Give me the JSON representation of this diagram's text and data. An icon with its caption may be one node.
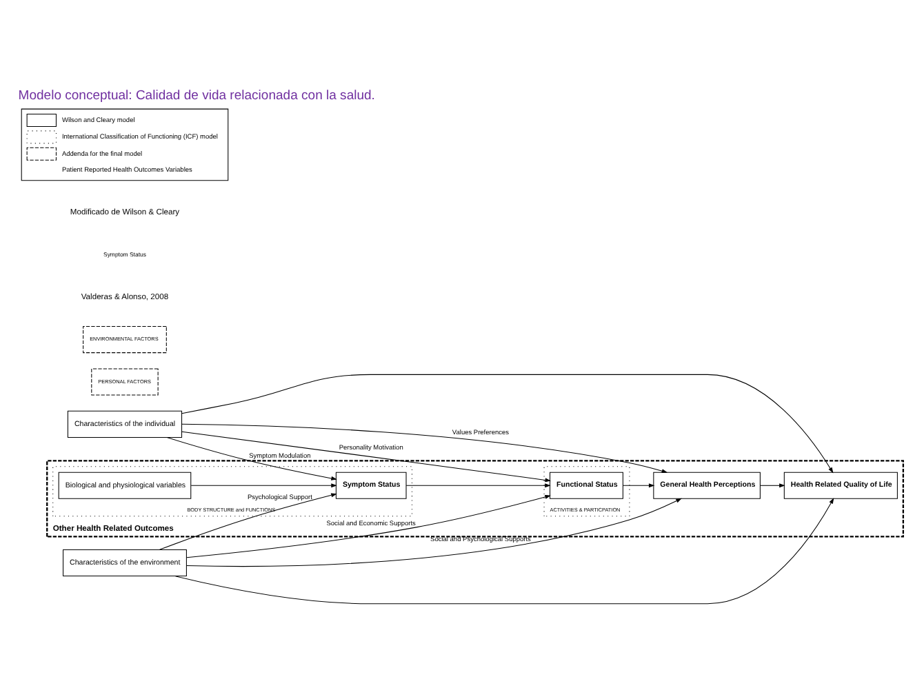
{
  "diagram": {
    "title": "Modelo conceptual: Calidad de vida relacionada con la salud.",
    "nodes": [
      {
        "text": [
          "Other Health Related Outcomes"
        ]
      },
      {
        "text": [
          "BODY STRUCTURE and FUNCTIONS"
        ],
        "in": 0
      },
      {
        "text": [
          "Biological and physiological variables"
        ],
        "in": 1
      },
      {
        "text": [
          "Symptom Status"
        ],
        "in": 1
      },
      {
        "text": [
          "ACTIVITIES & PARTICPATION"
        ],
        "in": 0
      },
      {
        "text": [
          "Functional Status"
        ],
        "in": 4
      },
      {
        "text": [
          "General Health Perceptions"
        ],
        "in": 0
      },
      {
        "text": [
          "Health Related Quality of Life"
        ],
        "in": 0
      },
      {
        "text": [
          "PERSONAL FACTORS"
        ]
      },
      {
        "text": [
          "Characteristics of the individual"
        ]
      },
      {
        "text": [
          "Characteristics of the environment"
        ]
      },
      {
        "text": [
          "ENVIRONMENTAL FACTORS"
        ]
      }
    ],
    "edges": [
      {
        "from": 2,
        "to": 3,
        "arrow": "to"
      },
      {
        "from": 3,
        "to": 5,
        "arrow": "to"
      },
      {
        "from": 5,
        "to": 6,
        "arrow": "to"
      },
      {
        "from": 6,
        "to": 7,
        "arrow": "to"
      },
      {
        "from": 9,
        "to": 3,
        "arrow": "to",
        "label": "Symptom Modulation"
      },
      {
        "from": 9,
        "to": 5,
        "arrow": "to",
        "label": "Personality Motivation"
      },
      {
        "from": 9,
        "to": 6,
        "arrow": "to",
        "label": "Values Preferences"
      },
      {
        "from": 9,
        "to": 7,
        "arrow": "to"
      },
      {
        "from": 10,
        "to": 3,
        "arrow": "to",
        "label": "Psychological Support"
      },
      {
        "from": 10,
        "to": 5,
        "arrow": "to",
        "label": "Social and Economic Supports"
      },
      {
        "from": 10,
        "to": 6,
        "arrow": "to",
        "label": "Social and Psychological Supports"
      },
      {
        "from": 10,
        "to": 7,
        "arrow": "to"
      }
    ],
    "labels": [
      "Valderas & Alonso, 2008",
      "Symptom Status",
      "Modificado de Wilson & Cleary"
    ],
    "legend": [
      {
        "text": "Wilson and Cleary model"
      },
      {
        "text": "International Classification of Functioning (ICF) model"
      },
      {
        "text": "Addenda for the final model"
      },
      {
        "text": "Patient Reported Health Outcomes Variables"
      }
    ]
  }
}
